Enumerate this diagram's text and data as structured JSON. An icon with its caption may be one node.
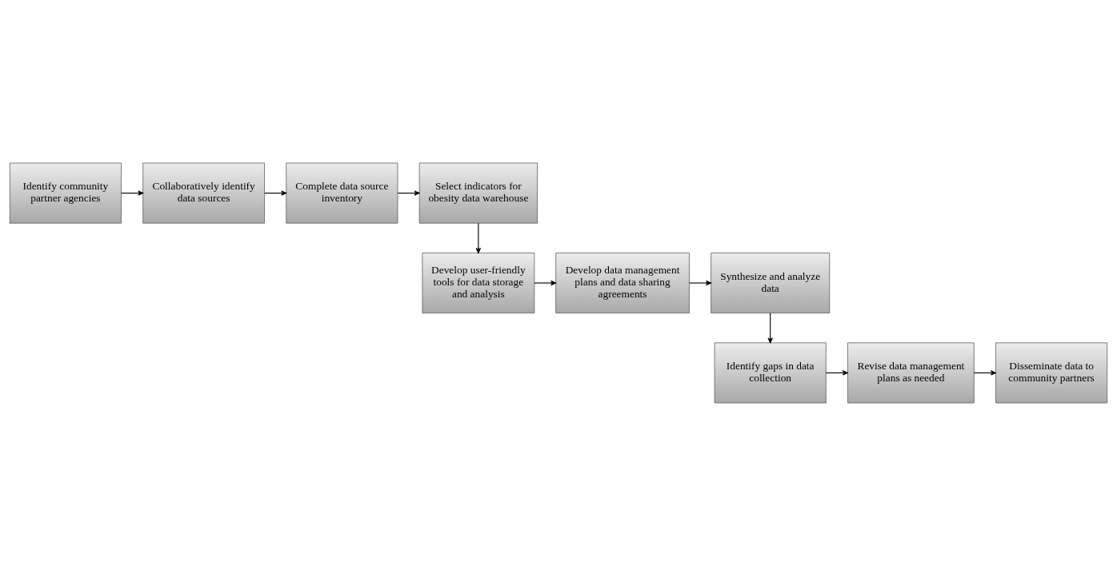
{
  "diagram": {
    "nodes": [
      {
        "text": [
          "Identify community partner agencies"
        ]
      },
      {
        "text": [
          "Collaboratively identify data sources"
        ]
      },
      {
        "text": [
          "Complete data source inventory"
        ]
      },
      {
        "text": [
          "Select indicators for obesity data warehouse"
        ]
      },
      {
        "text": [
          "Develop user-friendly tools for data storage and analysis"
        ]
      },
      {
        "text": [
          "Develop data management plans and data sharing agreements"
        ]
      },
      {
        "text": [
          "Synthesize and analyze data"
        ]
      },
      {
        "text": [
          "Identify gaps in data collection"
        ]
      },
      {
        "text": [
          "Revise data management plans as needed"
        ]
      },
      {
        "text": [
          "Disseminate data to community partners"
        ]
      }
    ],
    "edges": [
      {
        "from": 0,
        "to": 1,
        "arrow": "to"
      },
      {
        "from": 1,
        "to": 2,
        "arrow": "to"
      },
      {
        "from": 2,
        "to": 3,
        "arrow": "to"
      },
      {
        "from": 3,
        "to": 4,
        "arrow": "to"
      },
      {
        "from": 4,
        "to": 5,
        "arrow": "to"
      },
      {
        "from": 5,
        "to": 6,
        "arrow": "to"
      },
      {
        "from": 6,
        "to": 7,
        "arrow": "to"
      },
      {
        "from": 7,
        "to": 8,
        "arrow": "to"
      },
      {
        "from": 8,
        "to": 9,
        "arrow": "to"
      }
    ]
  }
}
